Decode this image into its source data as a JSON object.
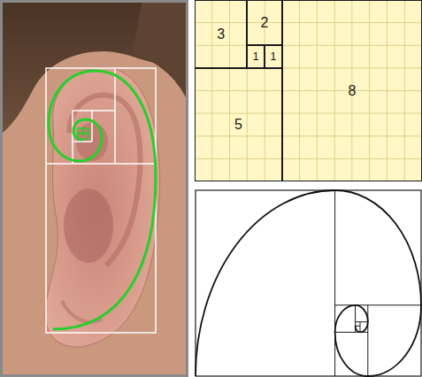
{
  "diagram": {
    "nodes": [
      {
        "text": [
          "3"
        ]
      },
      {
        "text": [
          "2"
        ]
      },
      {
        "text": [
          "1"
        ]
      },
      {
        "text": [
          "1"
        ]
      },
      {
        "text": [
          "5"
        ]
      },
      {
        "text": [
          "8"
        ]
      }
    ]
  }
}
